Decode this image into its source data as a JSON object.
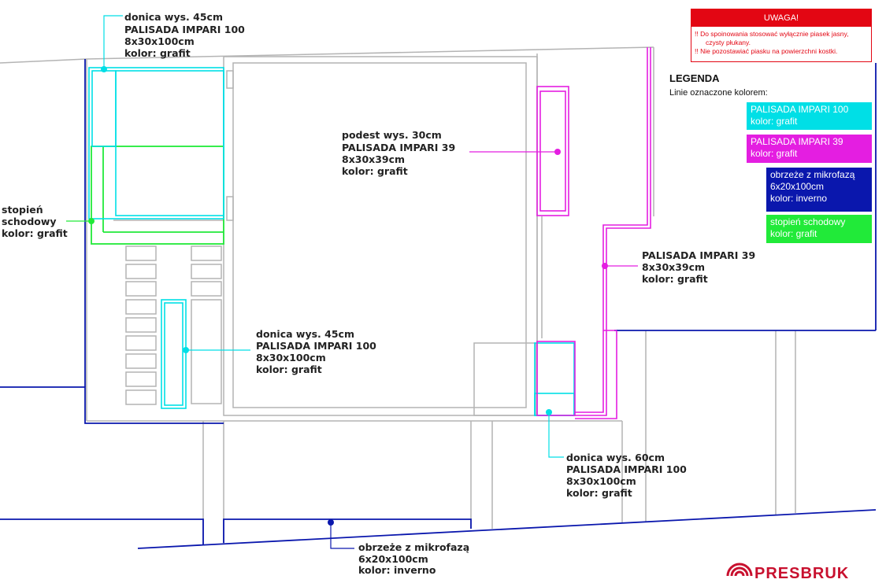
{
  "warning": {
    "title": "UWAGA!",
    "line1": "!! Do spoinowania stosować wyłącznie piasek jasny,",
    "line1b": "czysty płukany.",
    "line2": "!! Nie pozostawiać piasku na powierzchni kostki."
  },
  "legend": {
    "title": "LEGENDA",
    "subtitle": "Linie oznaczone kolorem:",
    "items": [
      {
        "line1": "PALISADA IMPARI 100",
        "line2": "kolor: grafit",
        "color": "#00dfe6"
      },
      {
        "line1": "PALISADA IMPARI 39",
        "line2": "kolor: grafit",
        "color": "#e41ee1"
      },
      {
        "line1": "obrzeże z mikrofazą",
        "line2": "6x20x100cm",
        "line3": "kolor: inverno",
        "color": "#0a17ad"
      },
      {
        "line1": "stopień schodowy",
        "line2": "kolor: grafit",
        "color": "#21ea39"
      }
    ]
  },
  "annotations": {
    "donica_top": [
      "donica wys. 45cm",
      "PALISADA IMPARI 100",
      "8x30x100cm",
      "kolor: grafit"
    ],
    "stopien": [
      "stopień",
      "schodowy",
      "kolor: grafit"
    ],
    "podest": [
      "podest wys. 30cm",
      "PALISADA IMPARI 39",
      "8x30x39cm",
      "kolor: grafit"
    ],
    "palisada_right": [
      "PALISADA IMPARI 39",
      "8x30x39cm",
      "kolor: grafit"
    ],
    "donica_mid": [
      "donica wys. 45cm",
      "PALISADA IMPARI 100",
      "8x30x100cm",
      "kolor: grafit"
    ],
    "donica_60": [
      "donica wys. 60cm",
      "PALISADA IMPARI 100",
      "8x30x100cm",
      "kolor: grafit"
    ],
    "obrzeze": [
      "obrzeże z mikrofazą",
      "6x20x100cm",
      "kolor: inverno"
    ]
  },
  "colors": {
    "cyan": "#00dfe6",
    "magenta": "#e41ee1",
    "navy": "#0a17ad",
    "green": "#21ea39",
    "gray": "#b4b4b4",
    "red": "#e30613"
  },
  "logo": {
    "text": "PRESBRUK",
    "icon": "brand-logo-icon"
  }
}
